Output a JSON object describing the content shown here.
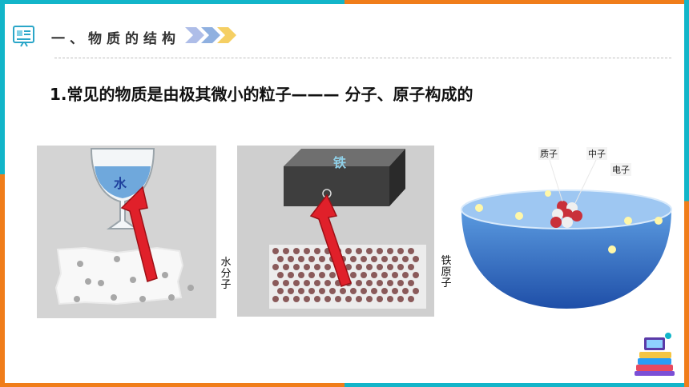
{
  "header": {
    "section_title": "一、物质的结构",
    "icon": "presentation-board-icon",
    "arrows_icon": "triple-chevron-right-icon"
  },
  "main": {
    "statement": "1.常见的物质是由极其微小的粒子——— 分子、原子构成的"
  },
  "figures": {
    "water": {
      "glass_text": "水",
      "side_label": "水分子"
    },
    "iron": {
      "block_text": "铁",
      "side_label": "铁原子"
    },
    "atom": {
      "labels": {
        "proton": "质子",
        "neutron": "中子",
        "electron": "电子"
      }
    }
  },
  "colors": {
    "teal": "#12b5c9",
    "orange": "#f07d1a",
    "arrow_red": "#e0202a"
  },
  "decorations": {
    "corner_illustration": "books-and-computer-icon"
  }
}
